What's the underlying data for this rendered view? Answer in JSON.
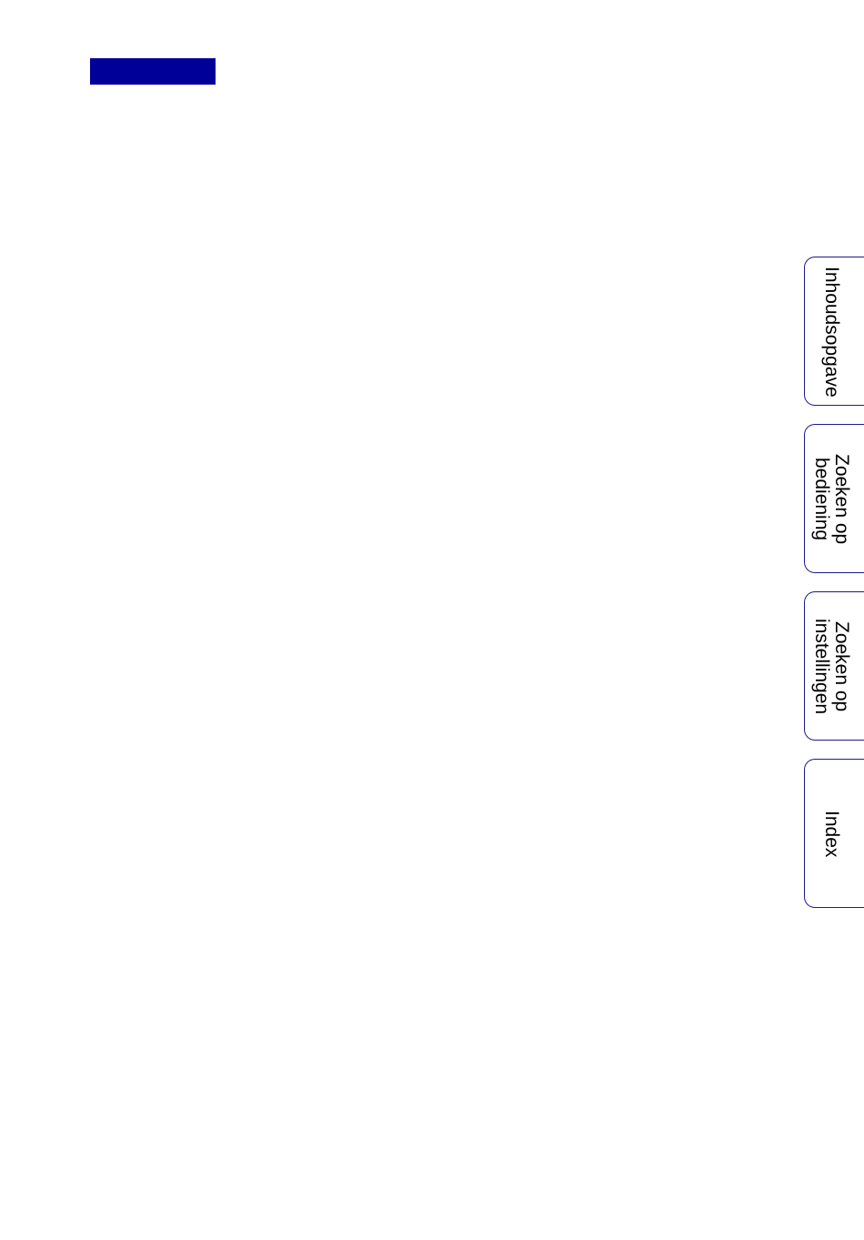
{
  "colors": {
    "header_bar": "#000099",
    "tab_border": "#1a1a8c"
  },
  "side_tabs": [
    {
      "label": "Inhoudsopgave"
    },
    {
      "label": "Zoeken op\nbediening"
    },
    {
      "label": "Zoeken op\ninstellingen"
    },
    {
      "label": "Index"
    }
  ]
}
